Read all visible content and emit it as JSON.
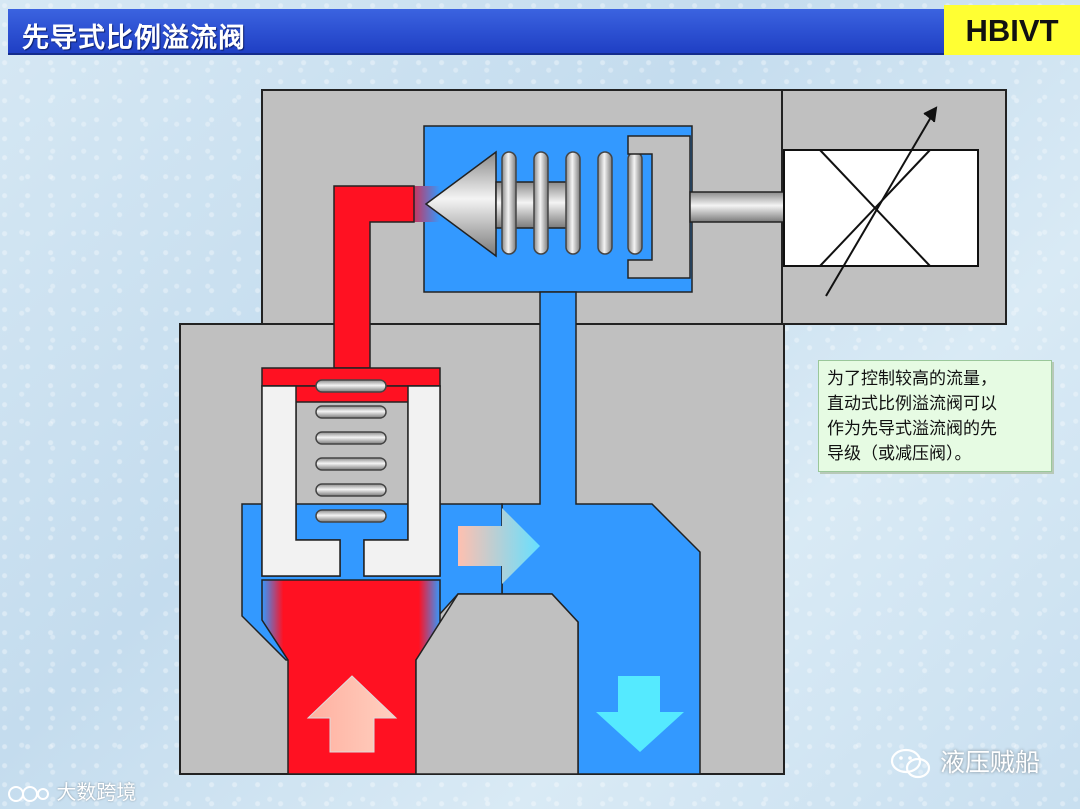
{
  "header": {
    "title": "先导式比例溢流阀",
    "brand": "HBIVT"
  },
  "note": {
    "lines": [
      "为了控制较高的流量，",
      "直动式比例溢流阀可以",
      "作为先导式溢流阀的先",
      "导级（或减压阀）。"
    ]
  },
  "watermarks": {
    "left": "大数跨境",
    "right": "液压贼船"
  },
  "colors": {
    "housing": "#c0c0c0",
    "pressure_oil": "#ff1122",
    "tank_oil": "#3399ff",
    "title_bar": "#2447d0",
    "brand_box": "#ffff33",
    "note_bg": "#e6fbe3"
  }
}
